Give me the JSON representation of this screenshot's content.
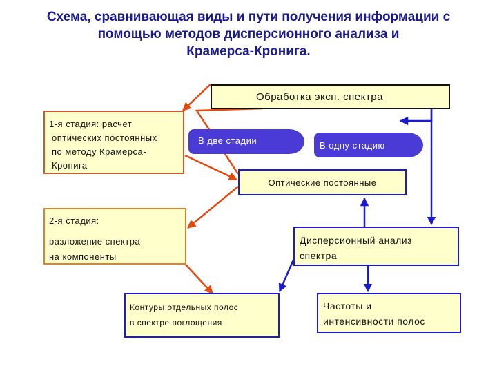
{
  "title": {
    "line1": "Схема, сравнивающая виды и пути получения информации с",
    "line2": "помощью методов дисперсионного анализа и",
    "line3": "Крамерса-Кронига."
  },
  "nodes": {
    "processing": "Обработка эксп. спектра",
    "stage1": {
      "line1": "1-я стадия: расчет",
      "line2": "оптических постоянных",
      "line3": "по методу Крамерса-",
      "line4": "Кронига"
    },
    "two_stages": "В две стадии",
    "one_stage": "В одну стадию",
    "optical_constants": "Оптические постоянные",
    "stage2": {
      "line1": "2-я стадия:",
      "line2": "разложение спектра",
      "line3": "на компоненты"
    },
    "dispersion": {
      "line1": "Дисперсионный анализ",
      "line2": "спектра"
    },
    "contours": {
      "line1": "Контуры отдельных полос",
      "line2": "в спектре поглощения"
    },
    "frequencies": {
      "line1": "Частоты и",
      "line2": "интенсивности полос"
    }
  },
  "colors": {
    "title": "#1a1a8c",
    "box_fill": "#ffffcc",
    "red_path": "#e24a10",
    "blue_path": "#1a1ad0",
    "tag_fill": "#4a3ad6"
  }
}
